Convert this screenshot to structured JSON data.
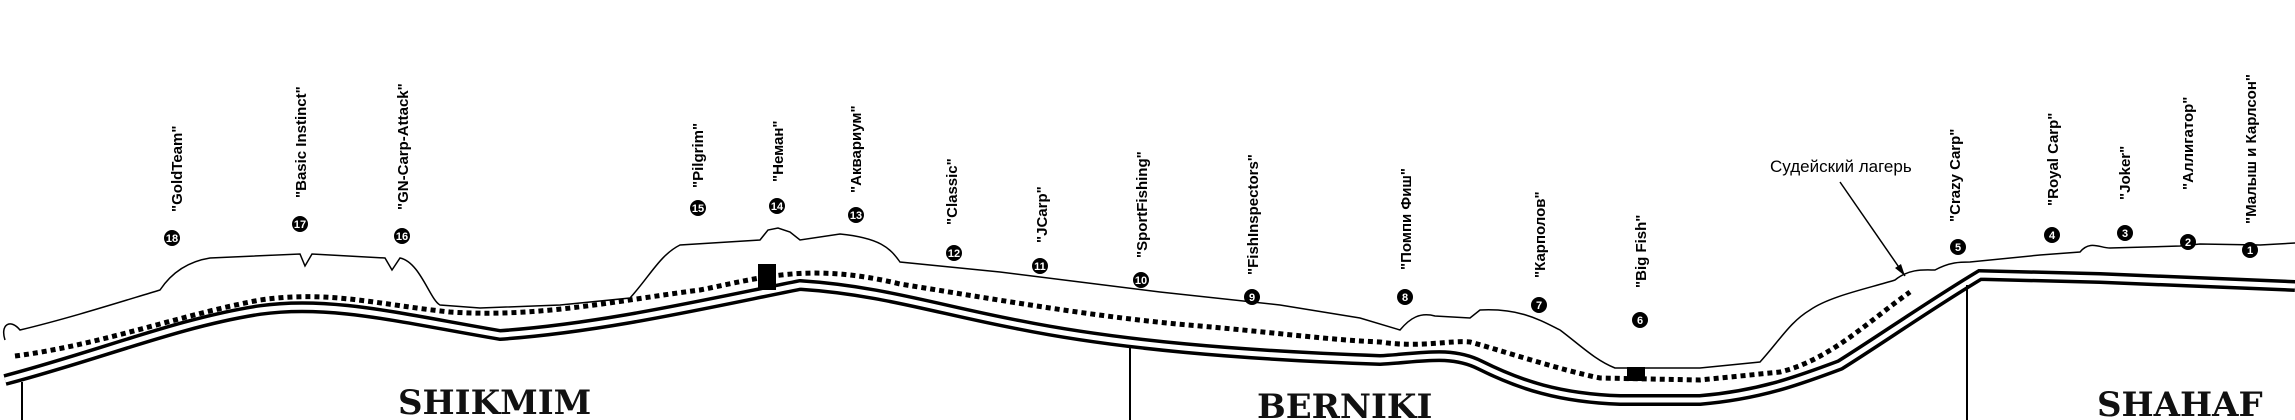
{
  "regions": [
    {
      "name": "SHIKMIM"
    },
    {
      "name": "BERNIKI"
    },
    {
      "name": "SHAHAF"
    }
  ],
  "annotation": {
    "text": "Судейский лагерь"
  },
  "spots": [
    {
      "number": "18",
      "team": "\"GoldTeam\""
    },
    {
      "number": "17",
      "team": "\"Basic Instinct\""
    },
    {
      "number": "16",
      "team": "\"GN-Carp-Attack\""
    },
    {
      "number": "15",
      "team": "\"Pilgrim\""
    },
    {
      "number": "14",
      "team": "\"Неман\""
    },
    {
      "number": "13",
      "team": "\"Аквариум\""
    },
    {
      "number": "12",
      "team": "\"Classic\""
    },
    {
      "number": "11",
      "team": "\"JCarp\""
    },
    {
      "number": "10",
      "team": "\"SportFishing\""
    },
    {
      "number": "9",
      "team": "\"FishInspectors\""
    },
    {
      "number": "8",
      "team": "\"Помпи Фиш\""
    },
    {
      "number": "7",
      "team": "\"Карполов\""
    },
    {
      "number": "6",
      "team": "\"Big Fish\""
    },
    {
      "number": "5",
      "team": "\"Crazy Carp\""
    },
    {
      "number": "4",
      "team": "\"Royal Carp\""
    },
    {
      "number": "3",
      "team": "\"Joker\""
    },
    {
      "number": "2",
      "team": "\"Аллигатор\""
    },
    {
      "number": "1",
      "team": "\"Малыш и Карлсон\""
    }
  ]
}
